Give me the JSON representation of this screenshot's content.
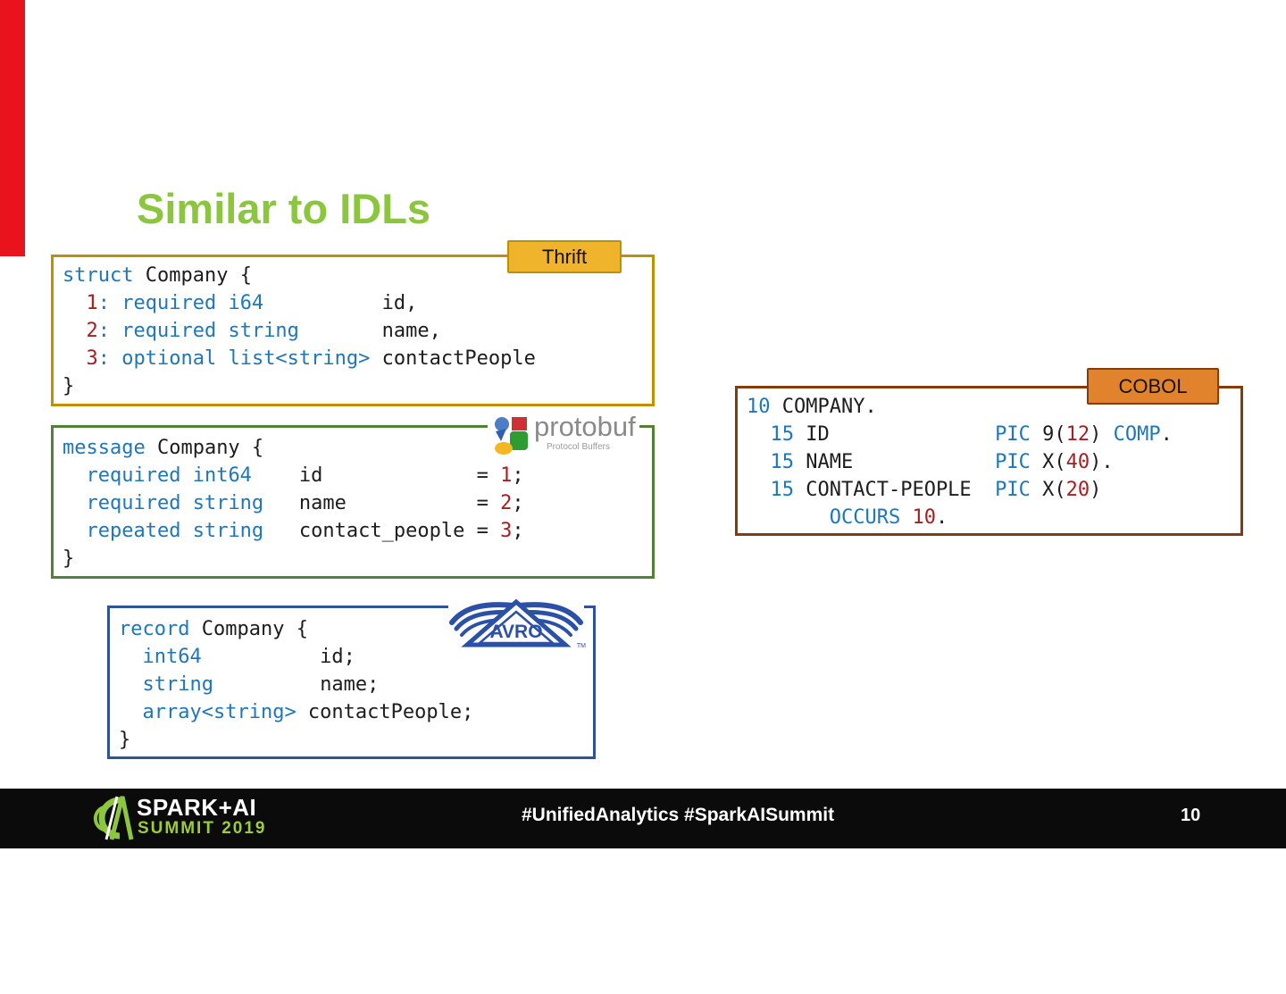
{
  "palette": {
    "accent_red": "#E9131E",
    "title_green": "#8CC63F",
    "keyword_blue": "#2077B7",
    "number_red": "#A52022",
    "code_black": "#1D1D1D",
    "thrift_border": "#BF9000",
    "thrift_tab_fill": "#F0B42C",
    "protobuf_border": "#538135",
    "protobuf_gray": "#8A8A8A",
    "cobol_border": "#843C0C",
    "cobol_tab_fill": "#E0832C",
    "avro_border": "#2F5496",
    "avro_blue": "#2B50A8",
    "footer_bg": "#0B0B0B",
    "footer_green": "#9CCB3C"
  },
  "title": {
    "text": "Similar to IDLs"
  },
  "thrift": {
    "tab_label": "Thrift",
    "code": [
      [
        [
          "k",
          "struct"
        ],
        [
          "p",
          " Company {"
        ]
      ],
      [
        [
          "p",
          "  "
        ],
        [
          "n",
          "1"
        ],
        [
          "k",
          ":"
        ],
        [
          "p",
          " "
        ],
        [
          "k",
          "required i64"
        ],
        [
          "p",
          "          id,"
        ]
      ],
      [
        [
          "p",
          "  "
        ],
        [
          "n",
          "2"
        ],
        [
          "k",
          ":"
        ],
        [
          "p",
          " "
        ],
        [
          "k",
          "required string"
        ],
        [
          "p",
          "       name,"
        ]
      ],
      [
        [
          "p",
          "  "
        ],
        [
          "n",
          "3"
        ],
        [
          "k",
          ":"
        ],
        [
          "p",
          " "
        ],
        [
          "k",
          "optional list<string>"
        ],
        [
          "p",
          " contactPeople"
        ]
      ],
      [
        [
          "p",
          "}"
        ]
      ]
    ]
  },
  "protobuf": {
    "logo_text": "protobuf",
    "logo_subtext": "Protocol Buffers",
    "code": [
      [
        [
          "k",
          "message"
        ],
        [
          "p",
          " Company {"
        ]
      ],
      [
        [
          "p",
          "  "
        ],
        [
          "k",
          "required int64"
        ],
        [
          "p",
          "    id             = "
        ],
        [
          "n",
          "1"
        ],
        [
          "p",
          ";"
        ]
      ],
      [
        [
          "p",
          "  "
        ],
        [
          "k",
          "required string"
        ],
        [
          "p",
          "   name           = "
        ],
        [
          "n",
          "2"
        ],
        [
          "p",
          ";"
        ]
      ],
      [
        [
          "p",
          "  "
        ],
        [
          "k",
          "repeated string"
        ],
        [
          "p",
          "   contact_people = "
        ],
        [
          "n",
          "3"
        ],
        [
          "p",
          ";"
        ]
      ],
      [
        [
          "p",
          "}"
        ]
      ]
    ]
  },
  "cobol": {
    "tab_label": "COBOL",
    "code": [
      [
        [
          "k",
          "10"
        ],
        [
          "p",
          " COMPANY."
        ]
      ],
      [
        [
          "p",
          "  "
        ],
        [
          "k",
          "15"
        ],
        [
          "p",
          " ID              "
        ],
        [
          "k",
          "PIC"
        ],
        [
          "p",
          " 9("
        ],
        [
          "n",
          "12"
        ],
        [
          "p",
          ") "
        ],
        [
          "k",
          "COMP"
        ],
        [
          "p",
          "."
        ]
      ],
      [
        [
          "p",
          "  "
        ],
        [
          "k",
          "15"
        ],
        [
          "p",
          " NAME            "
        ],
        [
          "k",
          "PIC"
        ],
        [
          "p",
          " X("
        ],
        [
          "n",
          "40"
        ],
        [
          "p",
          ")."
        ]
      ],
      [
        [
          "p",
          "  "
        ],
        [
          "k",
          "15"
        ],
        [
          "p",
          " CONTACT-PEOPLE  "
        ],
        [
          "k",
          "PIC"
        ],
        [
          "p",
          " X("
        ],
        [
          "n",
          "20"
        ],
        [
          "p",
          ")"
        ]
      ],
      [
        [
          "p",
          "       "
        ],
        [
          "k",
          "OCCURS"
        ],
        [
          "p",
          " "
        ],
        [
          "n",
          "10"
        ],
        [
          "p",
          "."
        ]
      ]
    ]
  },
  "avro": {
    "logo_text": "AVRO",
    "logo_tm": "TM",
    "code": [
      [
        [
          "k",
          "record"
        ],
        [
          "p",
          " Company {"
        ]
      ],
      [
        [
          "p",
          "  "
        ],
        [
          "k",
          "int64"
        ],
        [
          "p",
          "          id;"
        ]
      ],
      [
        [
          "p",
          "  "
        ],
        [
          "k",
          "string"
        ],
        [
          "p",
          "         name;"
        ]
      ],
      [
        [
          "p",
          "  "
        ],
        [
          "k",
          "array<string>"
        ],
        [
          "p",
          " contactPeople;"
        ]
      ],
      [
        [
          "p",
          "}"
        ]
      ]
    ]
  },
  "footer": {
    "brand_line1": "SPARK+AI",
    "brand_line2": "SUMMIT 2019",
    "hashtags": "#UnifiedAnalytics #SparkAISummit",
    "page_number": "10"
  }
}
